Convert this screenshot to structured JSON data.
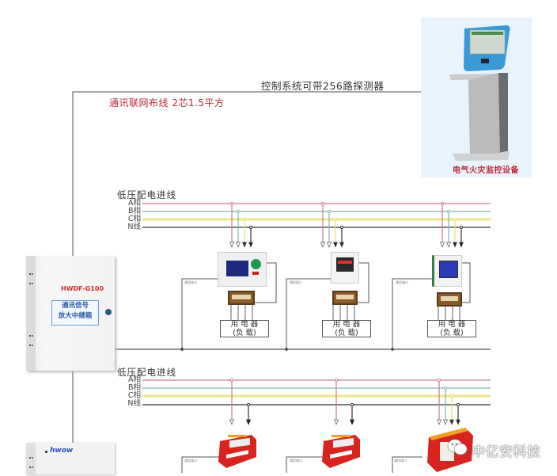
{
  "header": {
    "system_capacity": "控制系统可带256路探测器",
    "wiring_note": "通讯联网布线 2芯1.5平方"
  },
  "monitor": {
    "caption": "电气火灾监控设备",
    "icon": "kiosk-terminal-icon"
  },
  "repeater": {
    "model": "HWDF-G100",
    "label_line1": "通讯信号",
    "label_line2": "放大中继箱",
    "icon": "repeater-box-icon"
  },
  "bottom_device": {
    "brand": "hwow",
    "icon": "controller-box-icon"
  },
  "sections": [
    {
      "title": "低压配电进线",
      "lines": [
        "A相",
        "B相",
        "C相",
        "N线"
      ],
      "detectors": [
        {
          "type": "din-rail-monitor",
          "load_line1": "用 电 器",
          "load_line2": "(负 载)",
          "signal_note": "通信接口"
        },
        {
          "type": "panel-meter-red",
          "load_line1": "用 电 器",
          "load_line2": "(负 载)",
          "signal_note": "通信接口"
        },
        {
          "type": "panel-meter-blue",
          "load_line1": "用 电 器",
          "load_line2": "(负 载)",
          "signal_note": "通信接口"
        }
      ]
    },
    {
      "title": "低压配电进线",
      "lines": [
        "A相",
        "B相",
        "C相",
        "N线"
      ],
      "detectors": [
        {
          "type": "red-ct-detector",
          "signal_note": "通信接口"
        },
        {
          "type": "red-ct-detector",
          "signal_note": "通信接口"
        },
        {
          "type": "red-three-phase-detector",
          "signal_note": "通信接口"
        }
      ]
    }
  ],
  "colors": {
    "phase_a": "#c77c8a",
    "phase_b": "#7fb8a8",
    "phase_c": "#e8e070",
    "neutral": "#333333",
    "bus": "#555555",
    "accent_red": "#c0283a"
  },
  "watermark": {
    "text": "中亿安科技",
    "icon": "wechat-icon"
  }
}
